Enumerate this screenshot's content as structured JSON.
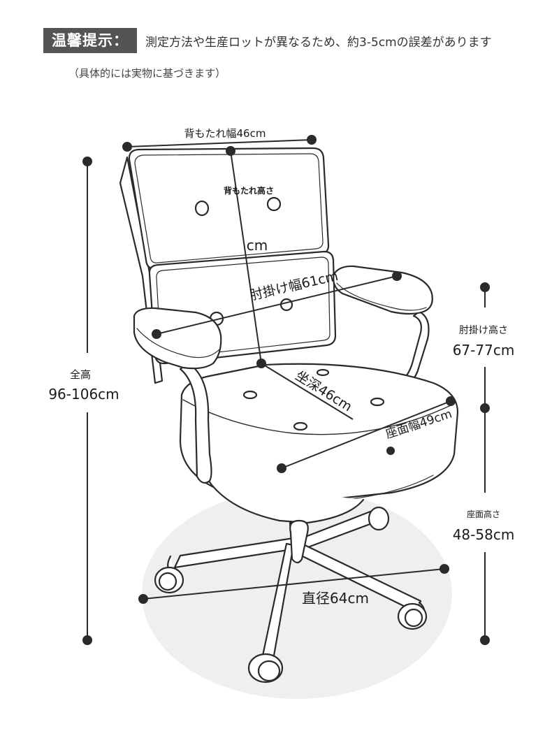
{
  "notice": {
    "badge": "温馨提示：",
    "text": "測定方法や生産ロットが異なるため、約3-5cmの誤差があります",
    "subnote": "（具体的には実物に基づきます）"
  },
  "dimensions": {
    "backrest_width": "背もたれ幅46cm",
    "backrest_height_label": "背もたれ高さ",
    "backrest_height_value": "cm",
    "armrest_width": "肘掛け幅61cm",
    "armrest_height_label": "肘掛け高さ",
    "armrest_height_value": "67-77cm",
    "total_height_label": "全高",
    "total_height_value": "96-106cm",
    "seat_depth": "坐深46cm",
    "seat_width": "座面幅49cm",
    "seat_height_label": "座面高さ",
    "seat_height_value": "48-58cm",
    "base_diameter": "直径64cm"
  },
  "colors": {
    "line": "#2a2a2a",
    "shadow": "#efefef",
    "badge": "#545454"
  }
}
